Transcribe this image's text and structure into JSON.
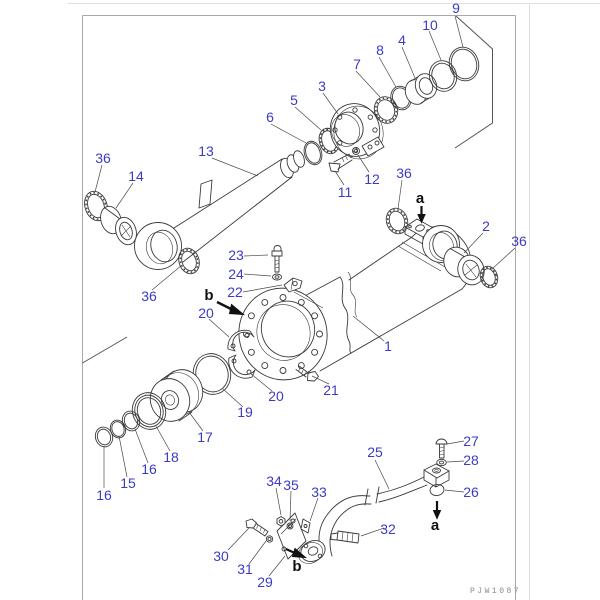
{
  "figure": {
    "watermark": "PJW1087"
  },
  "colors": {
    "callout_blue": "#3b3bc4",
    "marker_black": "#111111",
    "line_dark": "#3a3a3a",
    "frame_gray": "#a8a8a8",
    "watermark_gray": "#8a8a8a",
    "background": "#ffffff"
  },
  "callouts": {
    "c1": "1",
    "c2": "2",
    "c3": "3",
    "c4": "4",
    "c5": "5",
    "c6": "6",
    "c7": "7",
    "c8": "8",
    "c9": "9",
    "c10": "10",
    "c11": "11",
    "c12": "12",
    "c13": "13",
    "c14": "14",
    "c15": "15",
    "c16a": "16",
    "c16b": "16",
    "c17": "17",
    "c18": "18",
    "c19": "19",
    "c20a": "20",
    "c20b": "20",
    "c21": "21",
    "c22": "22",
    "c23": "23",
    "c24": "24",
    "c25": "25",
    "c26": "26",
    "c27": "27",
    "c28": "28",
    "c29": "29",
    "c30": "30",
    "c31": "31",
    "c32": "32",
    "c33": "33",
    "c34": "34",
    "c35": "35",
    "c36a": "36",
    "c36b": "36",
    "c36c": "36",
    "c36d": "36"
  },
  "markers": {
    "a1": "a",
    "a2": "a",
    "b1": "b",
    "b2": "b"
  }
}
